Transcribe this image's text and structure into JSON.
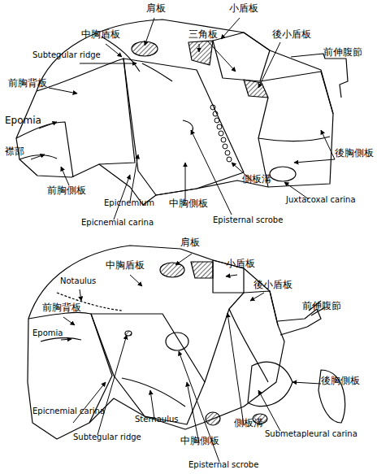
{
  "diagram": {
    "labels": [
      "肩板",
      "中胸盾板",
      "三角板",
      "小盾板",
      "後小盾板",
      "Subtegular ridge",
      "前伸腹節",
      "前胸背板",
      "Epomia",
      "襟部",
      "前胸側板",
      "Epicnemium",
      "Epicnemial carina",
      "中胸側板",
      "Episternal scrobe",
      "側板溝",
      "後胸側板",
      "Juxtacoxal carina",
      "肩板",
      "中胸盾板",
      "小盾板",
      "Notaulus",
      "後小盾板",
      "前胸背板",
      "前伸腹節",
      "Epomia",
      "後胸側板",
      "Epicnemial carina",
      "Subtegular ridge",
      "Sternaulus",
      "中胸側板",
      "側板溝",
      "Submetapleural carina",
      "Episternal scrobe"
    ]
  }
}
